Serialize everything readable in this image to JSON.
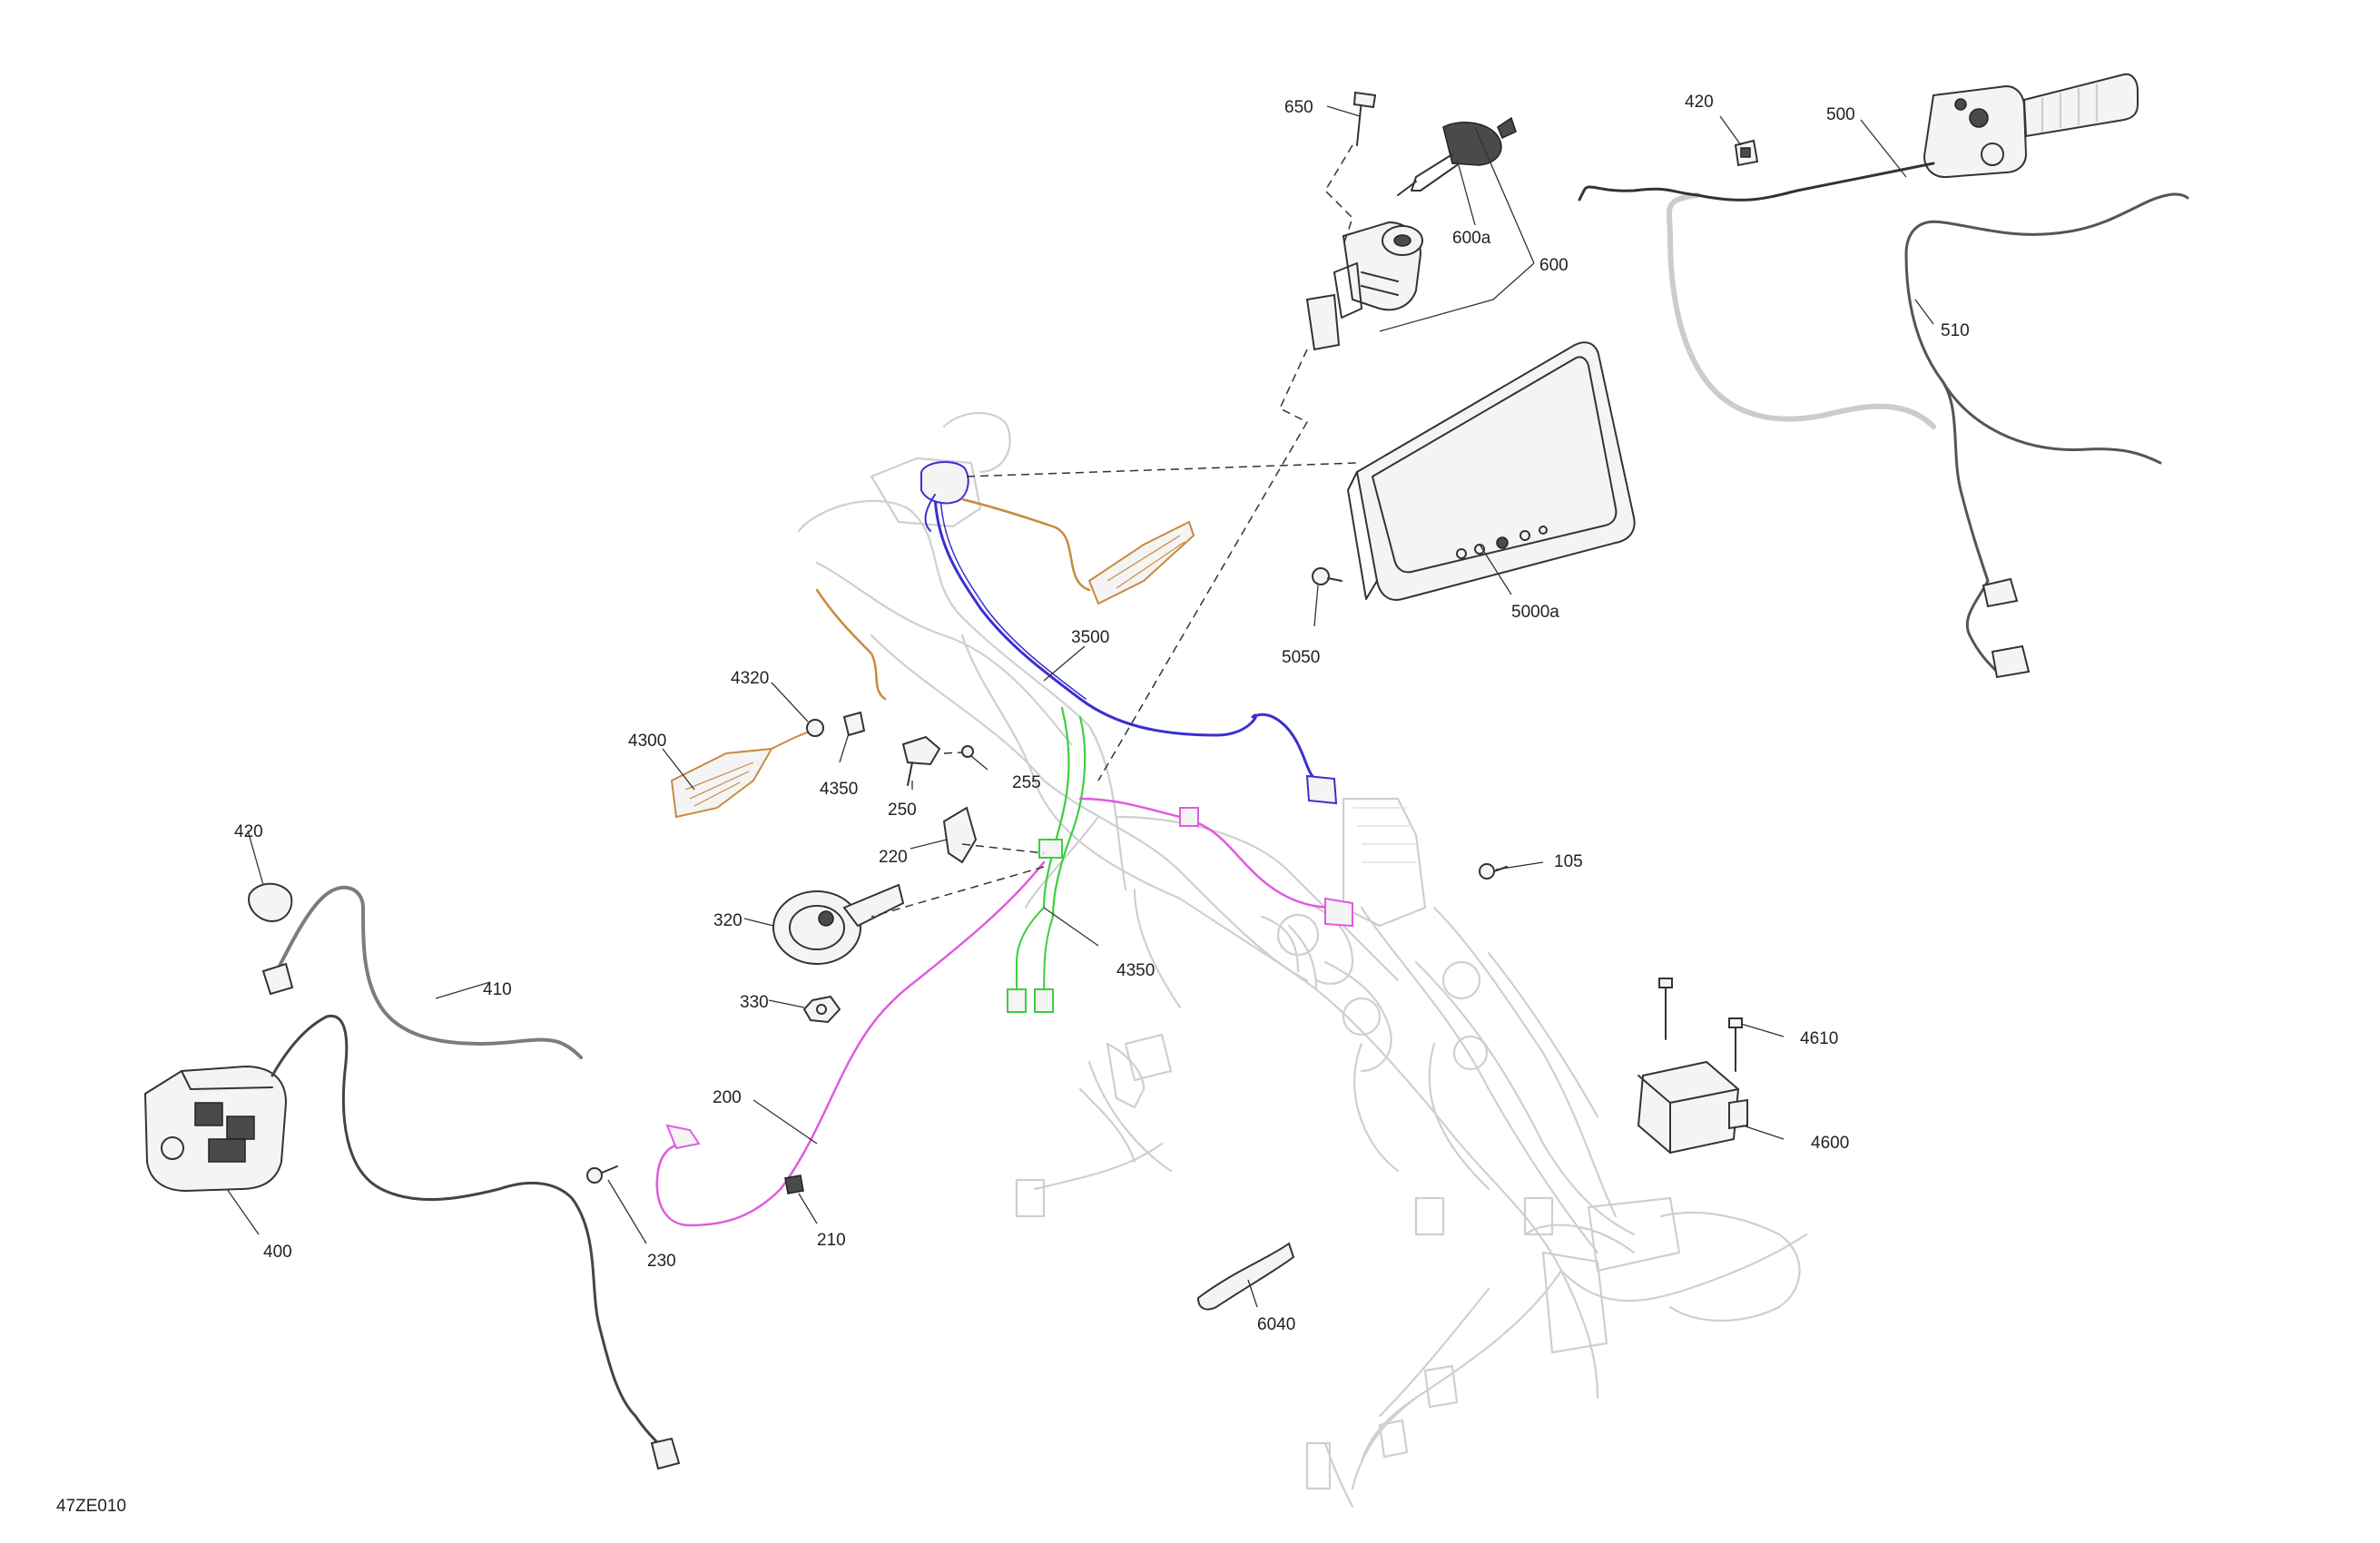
{
  "diagram": {
    "figure_code": "47ZE010",
    "callouts": [
      {
        "id": "650",
        "text": "650"
      },
      {
        "id": "600a",
        "text": "600a"
      },
      {
        "id": "600",
        "text": "600"
      },
      {
        "id": "420-top",
        "text": "420"
      },
      {
        "id": "500",
        "text": "500"
      },
      {
        "id": "510",
        "text": "510"
      },
      {
        "id": "5000a",
        "text": "5000a"
      },
      {
        "id": "5050",
        "text": "5050"
      },
      {
        "id": "3500",
        "text": "3500"
      },
      {
        "id": "4320",
        "text": "4320"
      },
      {
        "id": "4300",
        "text": "4300"
      },
      {
        "id": "4350-top",
        "text": "4350"
      },
      {
        "id": "250",
        "text": "250"
      },
      {
        "id": "255",
        "text": "255"
      },
      {
        "id": "220",
        "text": "220"
      },
      {
        "id": "105",
        "text": "105"
      },
      {
        "id": "420-left",
        "text": "420"
      },
      {
        "id": "320",
        "text": "320"
      },
      {
        "id": "4350-mid",
        "text": "4350"
      },
      {
        "id": "410",
        "text": "410"
      },
      {
        "id": "330",
        "text": "330"
      },
      {
        "id": "4610",
        "text": "4610"
      },
      {
        "id": "200",
        "text": "200"
      },
      {
        "id": "4600",
        "text": "4600"
      },
      {
        "id": "400",
        "text": "400"
      },
      {
        "id": "230",
        "text": "230"
      },
      {
        "id": "210",
        "text": "210"
      },
      {
        "id": "6040",
        "text": "6040"
      }
    ],
    "harness_colors": {
      "3500": "#3a2fd0",
      "4300": "#c98a3c",
      "4350": "#3ccf3c",
      "200": "#e05ae0"
    }
  }
}
